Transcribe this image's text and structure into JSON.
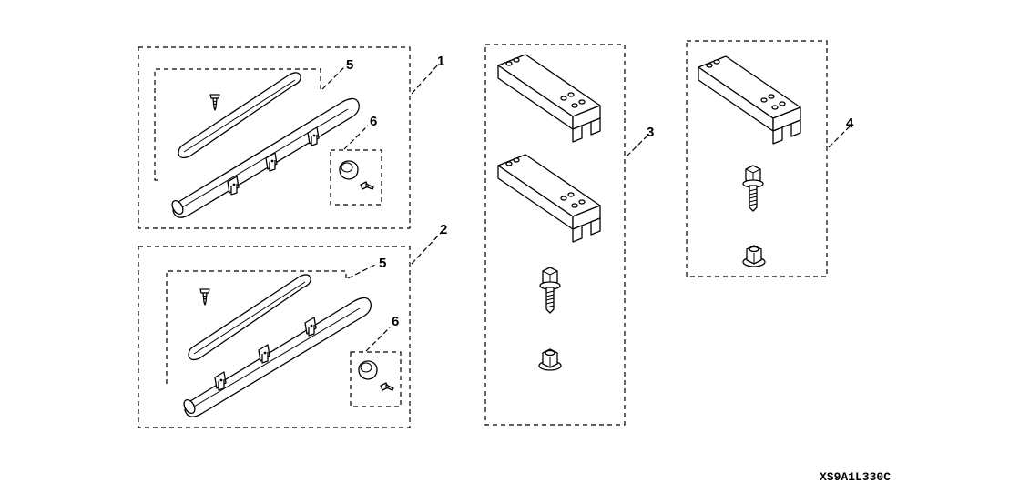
{
  "callouts": {
    "c1": "1",
    "c2": "2",
    "c3": "3",
    "c4": "4",
    "c5a": "5",
    "c5b": "5",
    "c6a": "6",
    "c6b": "6"
  },
  "diagram_code": "XS9A1L330C",
  "icons": [
    "running-board-bar",
    "trim-strip",
    "screw",
    "bumper-cap",
    "mounting-bracket",
    "flange-bolt",
    "flange-nut"
  ]
}
